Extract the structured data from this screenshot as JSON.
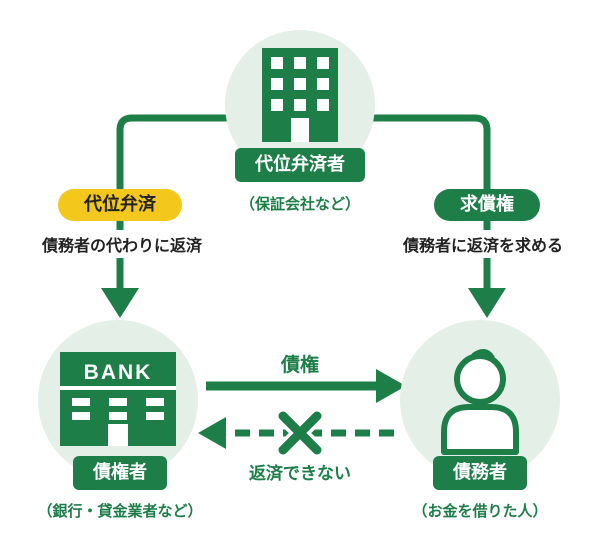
{
  "colors": {
    "green": "#1e7e48",
    "light_green": "#e3efe7",
    "yellow": "#f3c71b",
    "text_dark": "#222222",
    "white": "#ffffff"
  },
  "nodes": {
    "guarantor": {
      "label": "代位弁済者",
      "sublabel": "（保証会社など）"
    },
    "creditor": {
      "label": "債権者",
      "sublabel": "（銀行・貸金業者など）",
      "icon_text": "BANK"
    },
    "debtor": {
      "label": "債務者",
      "sublabel": "（お金を借りた人）"
    }
  },
  "edges": {
    "subrogation": {
      "badge": "代位弁済",
      "description": "債務者の代わりに返済"
    },
    "reimbursement": {
      "badge": "求償権",
      "description": "債務者に返済を求める"
    },
    "claim": {
      "label": "債権"
    },
    "default": {
      "label": "返済できない"
    }
  }
}
